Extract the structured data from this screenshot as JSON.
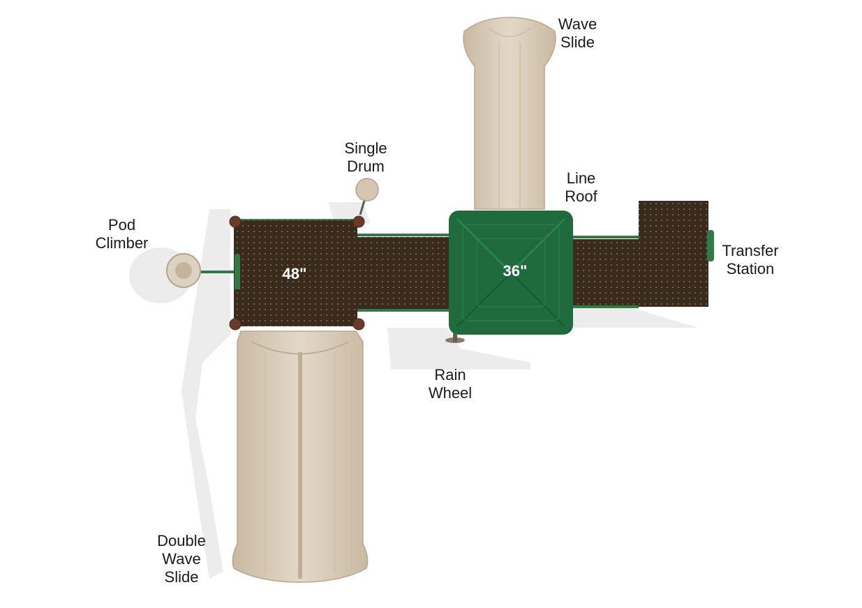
{
  "components": {
    "wave_slide": [
      "Wave",
      "Slide"
    ],
    "single_drum": [
      "Single",
      "Drum"
    ],
    "line_roof": [
      "Line",
      "Roof"
    ],
    "pod_climber": [
      "Pod",
      "Climber"
    ],
    "transfer_station": [
      "Transfer",
      "Station"
    ],
    "rain_wheel": [
      "Rain",
      "Wheel"
    ],
    "double_wave_slide": [
      "Double",
      "Wave",
      "Slide"
    ]
  },
  "deck_heights": {
    "left_deck": "48\"",
    "center_deck": "36\""
  },
  "colors": {
    "deck": "#3a2a1b",
    "deck_dots": "#6b5a45",
    "roof": "#1f6b3e",
    "roof_light": "#2e8a52",
    "slide": "#d8cbb8",
    "slide_shadow": "#bfae96",
    "rail": "#2f7a45",
    "post": "#6b3b2a",
    "shadow": "#e6e6e6"
  }
}
